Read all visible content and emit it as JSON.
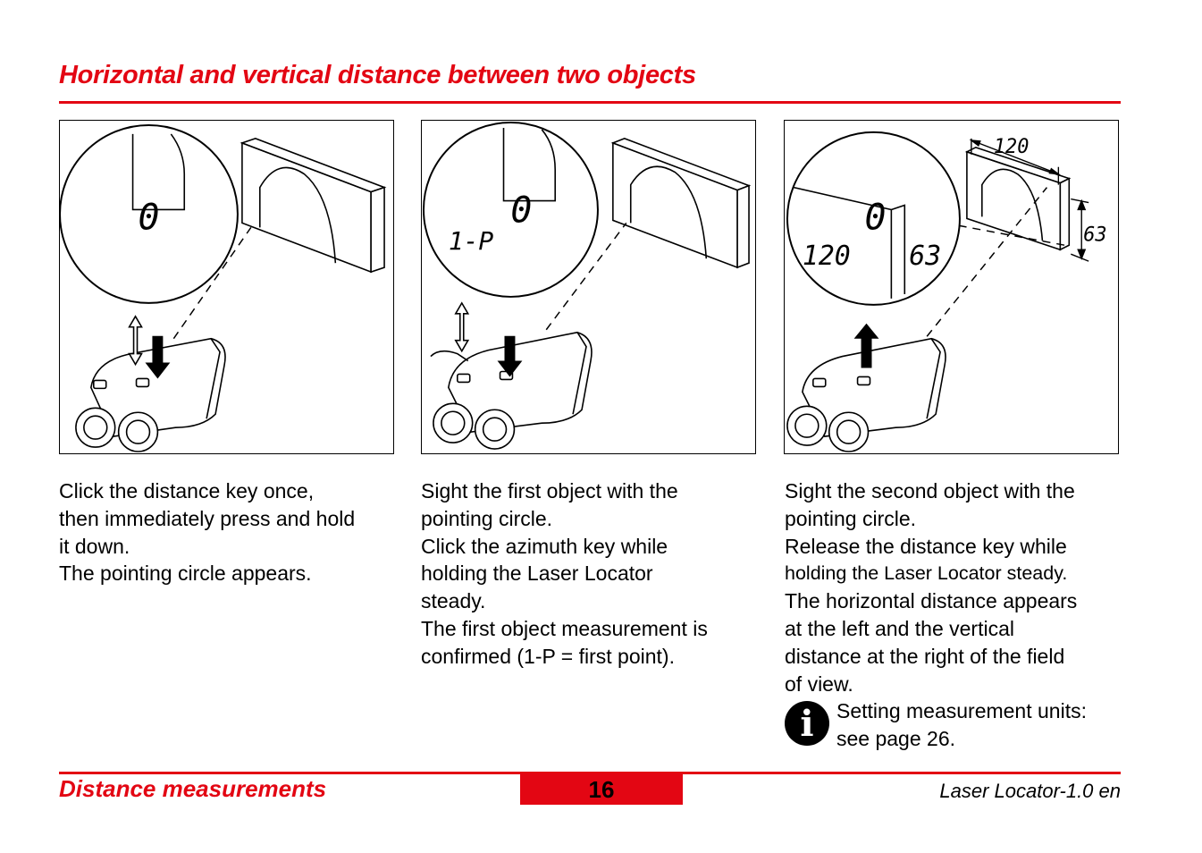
{
  "page": {
    "title": "Horizontal and vertical distance between two objects",
    "accent_color": "#e30613"
  },
  "panels": [
    {
      "display_main": "0",
      "display_left": "",
      "display_right": "",
      "caption_lines": [
        "Click the distance key once,",
        "then immediately press and hold",
        "it down.",
        "The pointing circle appears."
      ]
    },
    {
      "display_main": "0",
      "display_left": "1-P",
      "display_right": "",
      "caption_lines": [
        "Sight the first object with the",
        "pointing circle.",
        "Click the azimuth key while",
        "holding the Laser Locator",
        "steady.",
        "The first object measurement is",
        "confirmed (1-P = first point)."
      ]
    },
    {
      "display_main": "0",
      "display_left": "120",
      "display_right": "63",
      "dimension_width": "120",
      "dimension_height": "63",
      "caption_lines": [
        "Sight the second object with the",
        "pointing circle.",
        "Release the distance key while",
        "holding the Laser Locator steady.",
        "The horizontal distance appears",
        "at the left and the vertical",
        "distance at the right of the field",
        "of view."
      ],
      "note": {
        "icon": "info-icon",
        "icon_glyph": "i",
        "lines": [
          "Setting measurement units:",
          "see page 26."
        ]
      }
    }
  ],
  "footer": {
    "section": "Distance measurements",
    "page_number": "16",
    "product": "Laser Locator-1.0 en"
  }
}
